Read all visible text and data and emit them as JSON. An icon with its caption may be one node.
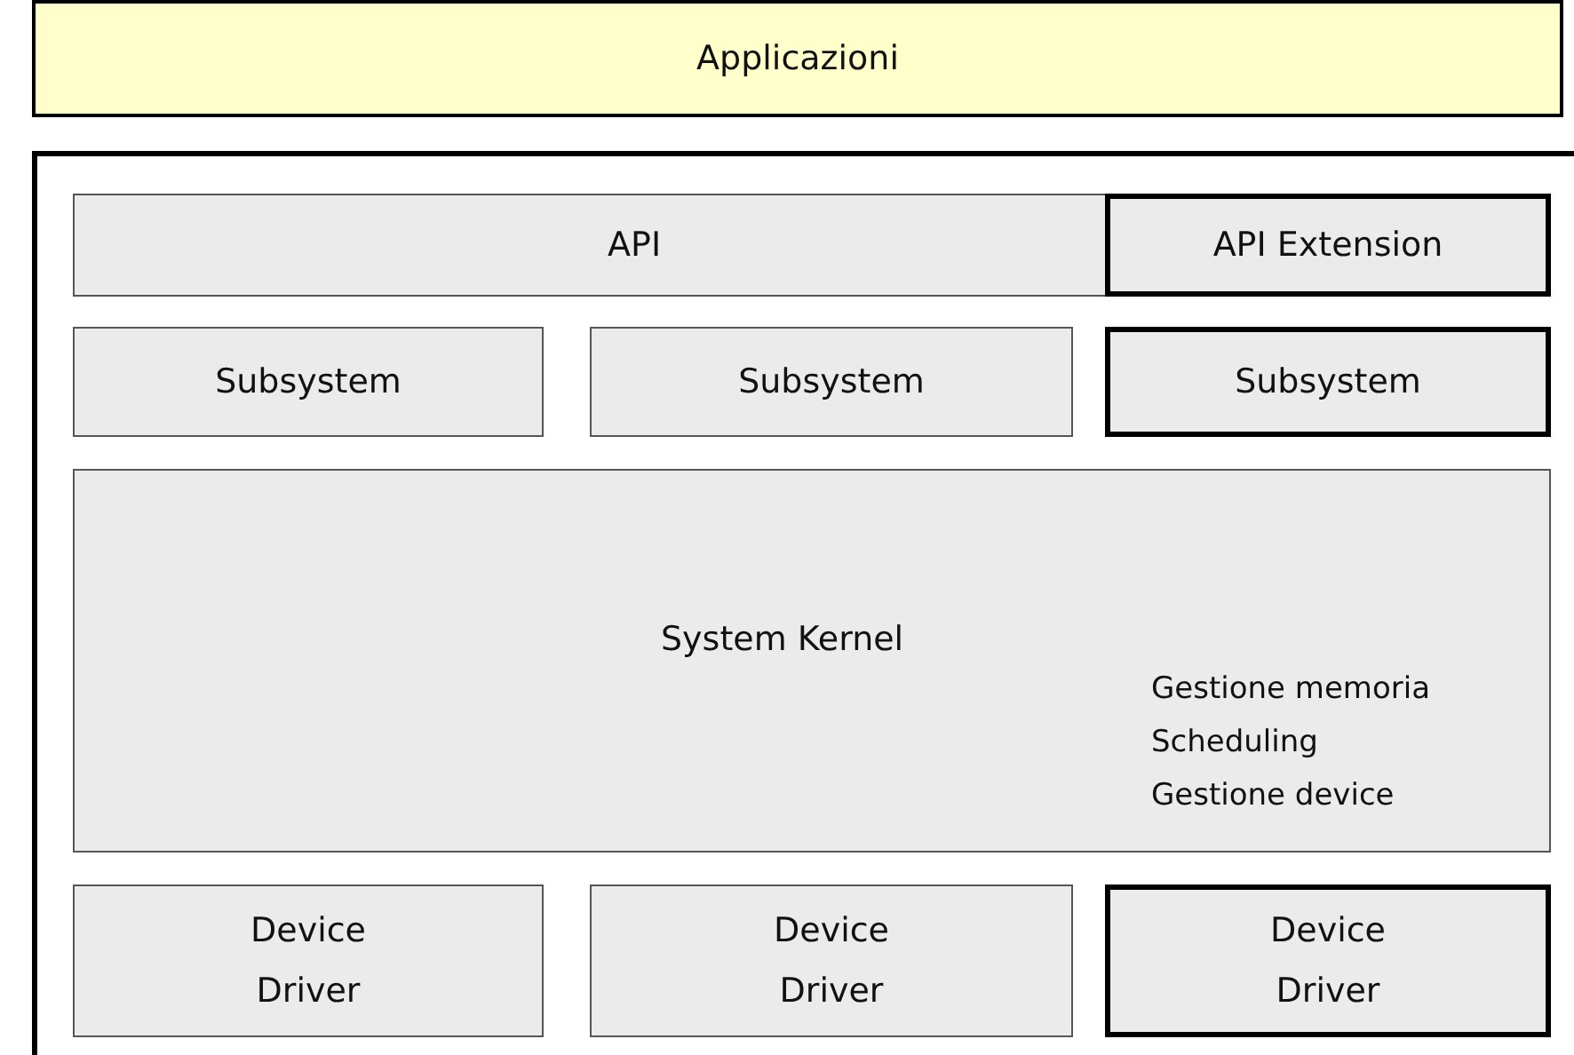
{
  "diagram": {
    "nodes": [
      {
        "text": [
          "Applicazioni"
        ]
      },
      {
        "text": [],
        "shape": "box"
      },
      {
        "text": [
          "API"
        ],
        "in": 1
      },
      {
        "text": [
          "API Extension"
        ],
        "in": 2
      },
      {
        "text": [
          "Subsystem"
        ],
        "in": 1
      },
      {
        "text": [
          "Subsystem"
        ],
        "in": 1
      },
      {
        "text": [
          "Subsystem"
        ],
        "in": 1
      },
      {
        "text": [
          "System Kernel",
          "Gestione memoria Scheduling Gestione device"
        ],
        "in": 1
      },
      {
        "text": [
          "Device Driver"
        ],
        "in": 1
      },
      {
        "text": [
          "Device Driver"
        ],
        "in": 1
      },
      {
        "text": [
          "Device Driver"
        ],
        "in": 1
      }
    ],
    "edges": []
  }
}
